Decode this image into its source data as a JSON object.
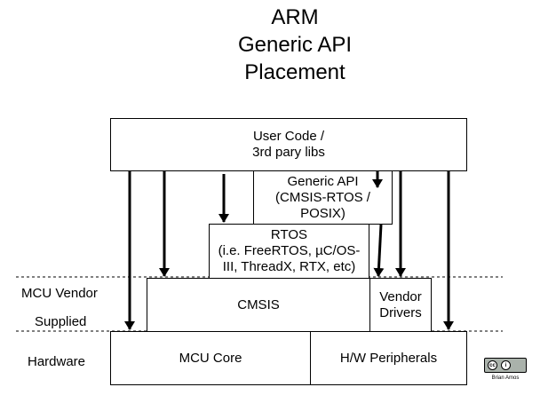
{
  "diagram": {
    "title_lines": [
      "ARM",
      "Generic API",
      "Placement"
    ],
    "boxes": {
      "user_code": "User Code /\n3rd pary libs",
      "generic_api": "Generic API\n(CMSIS-RTOS /\nPOSIX)",
      "rtos": "RTOS\n(i.e. FreeRTOS, µC/OS-\nIII, ThreadX, RTX, etc)",
      "cmsis": "CMSIS",
      "vendor_drivers": "Vendor\nDrivers",
      "mcu_core": "MCU Core",
      "hw_peripherals": "H/W Peripherals"
    },
    "side_labels": {
      "mcu_vendor": "MCU Vendor",
      "supplied": "Supplied",
      "hardware": "Hardware"
    },
    "license": {
      "badge_left": "cc",
      "badge_right": "i",
      "author": "Brian Amos"
    }
  }
}
